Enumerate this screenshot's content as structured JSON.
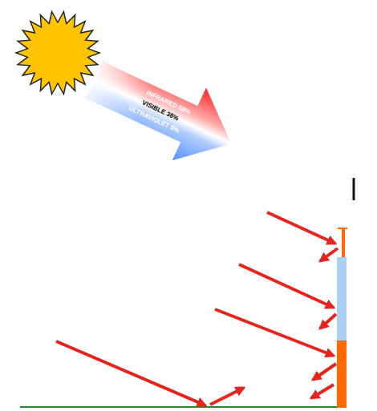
{
  "diagram": {
    "labels": [
      "INFRARED 58%",
      "VISIBLE 38%",
      "ULTRAVIOLET 5%"
    ]
  }
}
